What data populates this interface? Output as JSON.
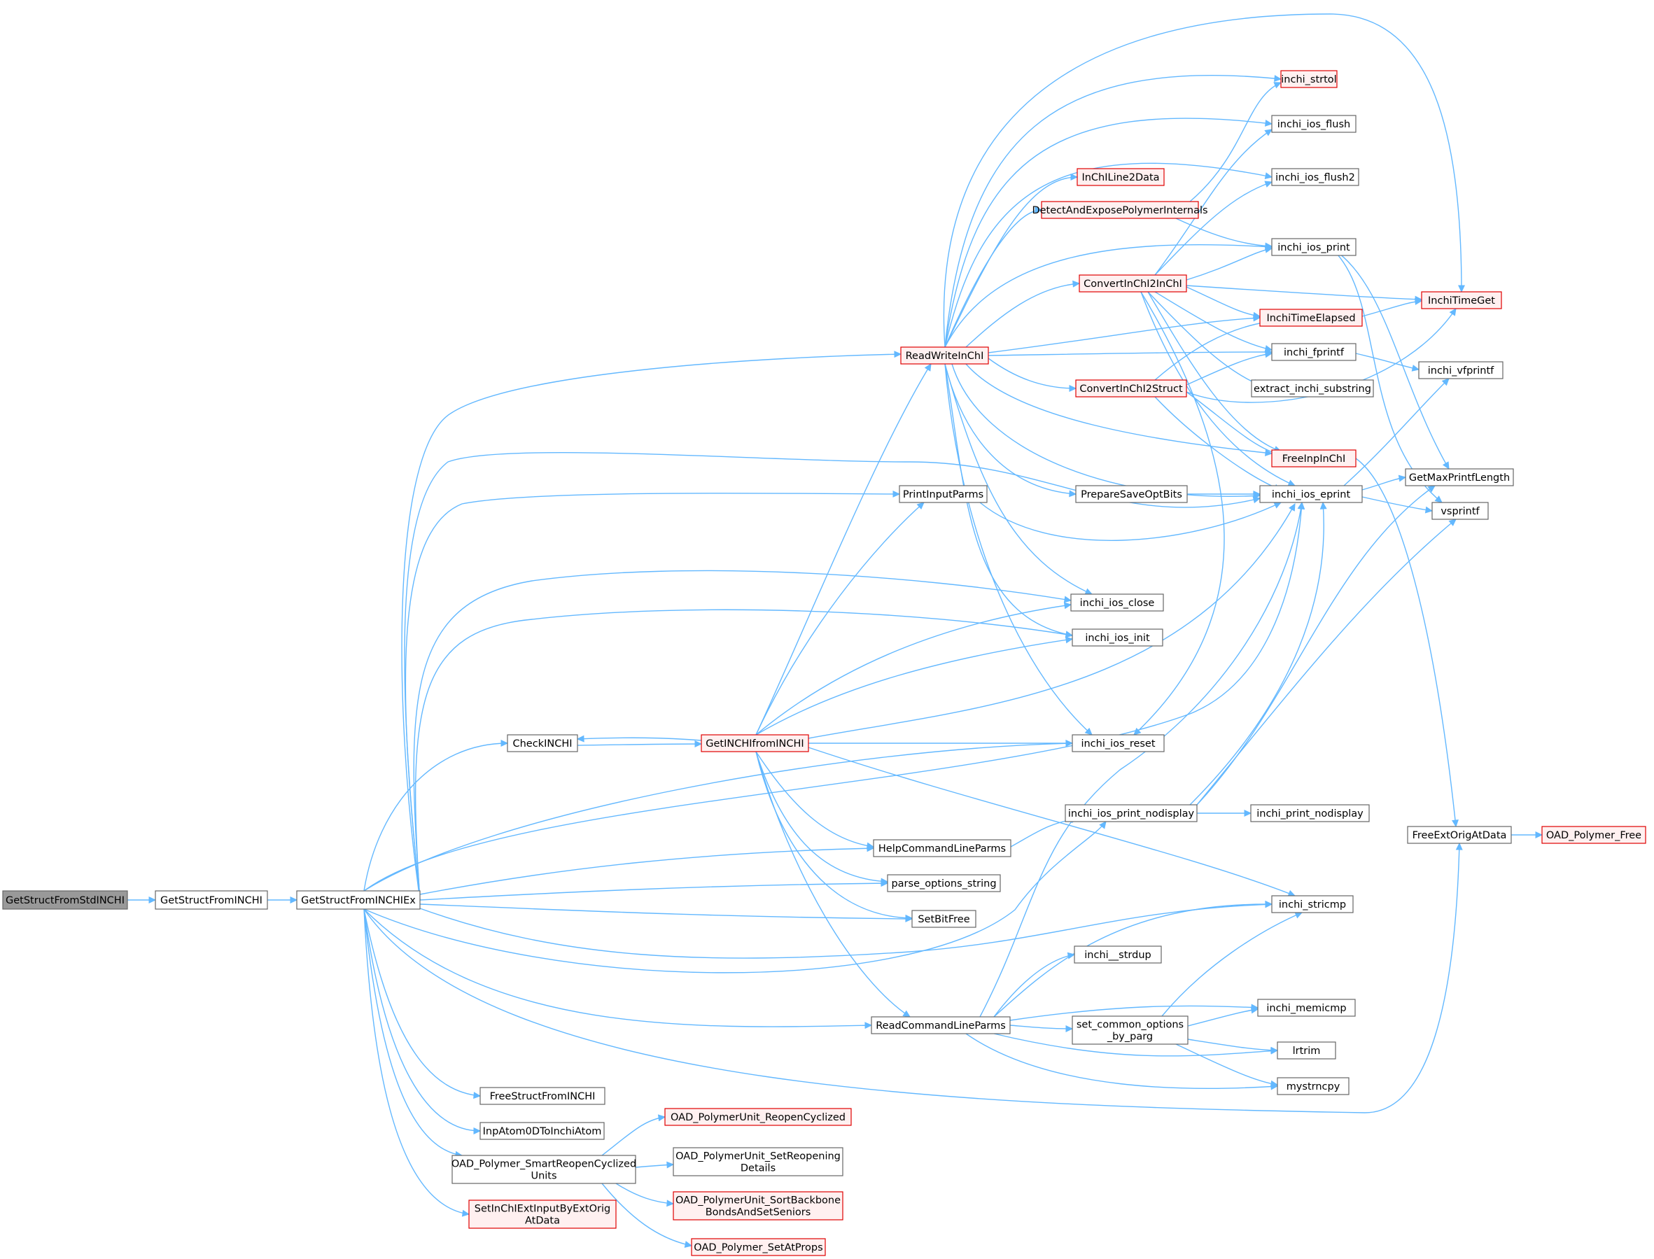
{
  "colors": {
    "edge": "#63b8ff",
    "node_border": "#666666",
    "node_fill": "#ffffff",
    "highlight_border": "#e00000",
    "highlight_fill": "#fff0f0",
    "root_fill": "#999999"
  },
  "nodes": [
    {
      "id": "n_root",
      "label": "GetStructFromStdINCHI",
      "style": "root"
    },
    {
      "id": "n_gsfi",
      "label": "GetStructFromINCHI",
      "style": "normal"
    },
    {
      "id": "n_gsfiex",
      "label": "GetStructFromINCHIEx",
      "style": "normal"
    },
    {
      "id": "n_rwi",
      "label": "ReadWriteInChI",
      "style": "red"
    },
    {
      "id": "n_strtol",
      "label": "inchi_strtol",
      "style": "red"
    },
    {
      "id": "n_flush",
      "label": "inchi_ios_flush",
      "style": "normal"
    },
    {
      "id": "n_flush2",
      "label": "inchi_ios_flush2",
      "style": "normal"
    },
    {
      "id": "n_l2d",
      "label": "InChILine2Data",
      "style": "red"
    },
    {
      "id": "n_detect",
      "label": "DetectAndExposePolymerInternals",
      "style": "red"
    },
    {
      "id": "n_print",
      "label": "inchi_ios_print",
      "style": "normal"
    },
    {
      "id": "n_c2c",
      "label": "ConvertInChI2InChI",
      "style": "red"
    },
    {
      "id": "n_timeget",
      "label": "InchiTimeGet",
      "style": "red"
    },
    {
      "id": "n_elapsed",
      "label": "InchiTimeElapsed",
      "style": "red"
    },
    {
      "id": "n_fprintf",
      "label": "inchi_fprintf",
      "style": "normal"
    },
    {
      "id": "n_vfprintf",
      "label": "inchi_vfprintf",
      "style": "normal"
    },
    {
      "id": "n_c2s",
      "label": "ConvertInChI2Struct",
      "style": "red"
    },
    {
      "id": "n_extract",
      "label": "extract_inchi_substring",
      "style": "normal"
    },
    {
      "id": "n_freeinp",
      "label": "FreeInpInChI",
      "style": "red"
    },
    {
      "id": "n_gmpl",
      "label": "GetMaxPrintfLength",
      "style": "normal"
    },
    {
      "id": "n_eprint",
      "label": "inchi_ios_eprint",
      "style": "normal"
    },
    {
      "id": "n_vsprintf",
      "label": "vsprintf",
      "style": "normal"
    },
    {
      "id": "n_pib",
      "label": "PrintInputParms",
      "style": "normal"
    },
    {
      "id": "n_psob",
      "label": "PrepareSaveOptBits",
      "style": "normal"
    },
    {
      "id": "n_close",
      "label": "inchi_ios_close",
      "style": "normal"
    },
    {
      "id": "n_init",
      "label": "inchi_ios_init",
      "style": "normal"
    },
    {
      "id": "n_check",
      "label": "CheckINCHI",
      "style": "normal"
    },
    {
      "id": "n_gif",
      "label": "GetINCHIfromINCHI",
      "style": "red"
    },
    {
      "id": "n_reset",
      "label": "inchi_ios_reset",
      "style": "normal"
    },
    {
      "id": "n_pnd",
      "label": "inchi_ios_print_nodisplay",
      "style": "normal"
    },
    {
      "id": "n_prnd",
      "label": "inchi_print_nodisplay",
      "style": "normal"
    },
    {
      "id": "n_help",
      "label": "HelpCommandLineParms",
      "style": "normal"
    },
    {
      "id": "n_feoad",
      "label": "FreeExtOrigAtData",
      "style": "normal"
    },
    {
      "id": "n_oadfree",
      "label": "OAD_Polymer_Free",
      "style": "red"
    },
    {
      "id": "n_pos",
      "label": "parse_options_string",
      "style": "normal"
    },
    {
      "id": "n_stricmp",
      "label": "inchi_stricmp",
      "style": "normal"
    },
    {
      "id": "n_sbf",
      "label": "SetBitFree",
      "style": "normal"
    },
    {
      "id": "n_strdup",
      "label": "inchi__strdup",
      "style": "normal"
    },
    {
      "id": "n_rclp",
      "label": "ReadCommandLineParms",
      "style": "normal"
    },
    {
      "id": "n_scob",
      "label": "set_common_options\n_by_parg",
      "style": "normal"
    },
    {
      "id": "n_memicmp",
      "label": "inchi_memicmp",
      "style": "normal"
    },
    {
      "id": "n_lrtrim",
      "label": "lrtrim",
      "style": "normal"
    },
    {
      "id": "n_mystrncpy",
      "label": "mystrncpy",
      "style": "normal"
    },
    {
      "id": "n_fsfi",
      "label": "FreeStructFromINCHI",
      "style": "normal"
    },
    {
      "id": "n_inp0d",
      "label": "InpAtom0DToInchiAtom",
      "style": "normal"
    },
    {
      "id": "n_oadsr",
      "label": "OAD_Polymer_SmartReopenCyclized\nUnits",
      "style": "normal"
    },
    {
      "id": "n_oadreopen",
      "label": "OAD_PolymerUnit_ReopenCyclized",
      "style": "red"
    },
    {
      "id": "n_oadsetdet",
      "label": "OAD_PolymerUnit_SetReopening\nDetails",
      "style": "normal"
    },
    {
      "id": "n_oadsort",
      "label": "OAD_PolymerUnit_SortBackbone\nBondsAndSetSeniors",
      "style": "red"
    },
    {
      "id": "n_oadprops",
      "label": "OAD_Polymer_SetAtProps",
      "style": "red"
    },
    {
      "id": "n_setext",
      "label": "SetInChIExtInputByExtOrig\nAtData",
      "style": "red"
    }
  ]
}
